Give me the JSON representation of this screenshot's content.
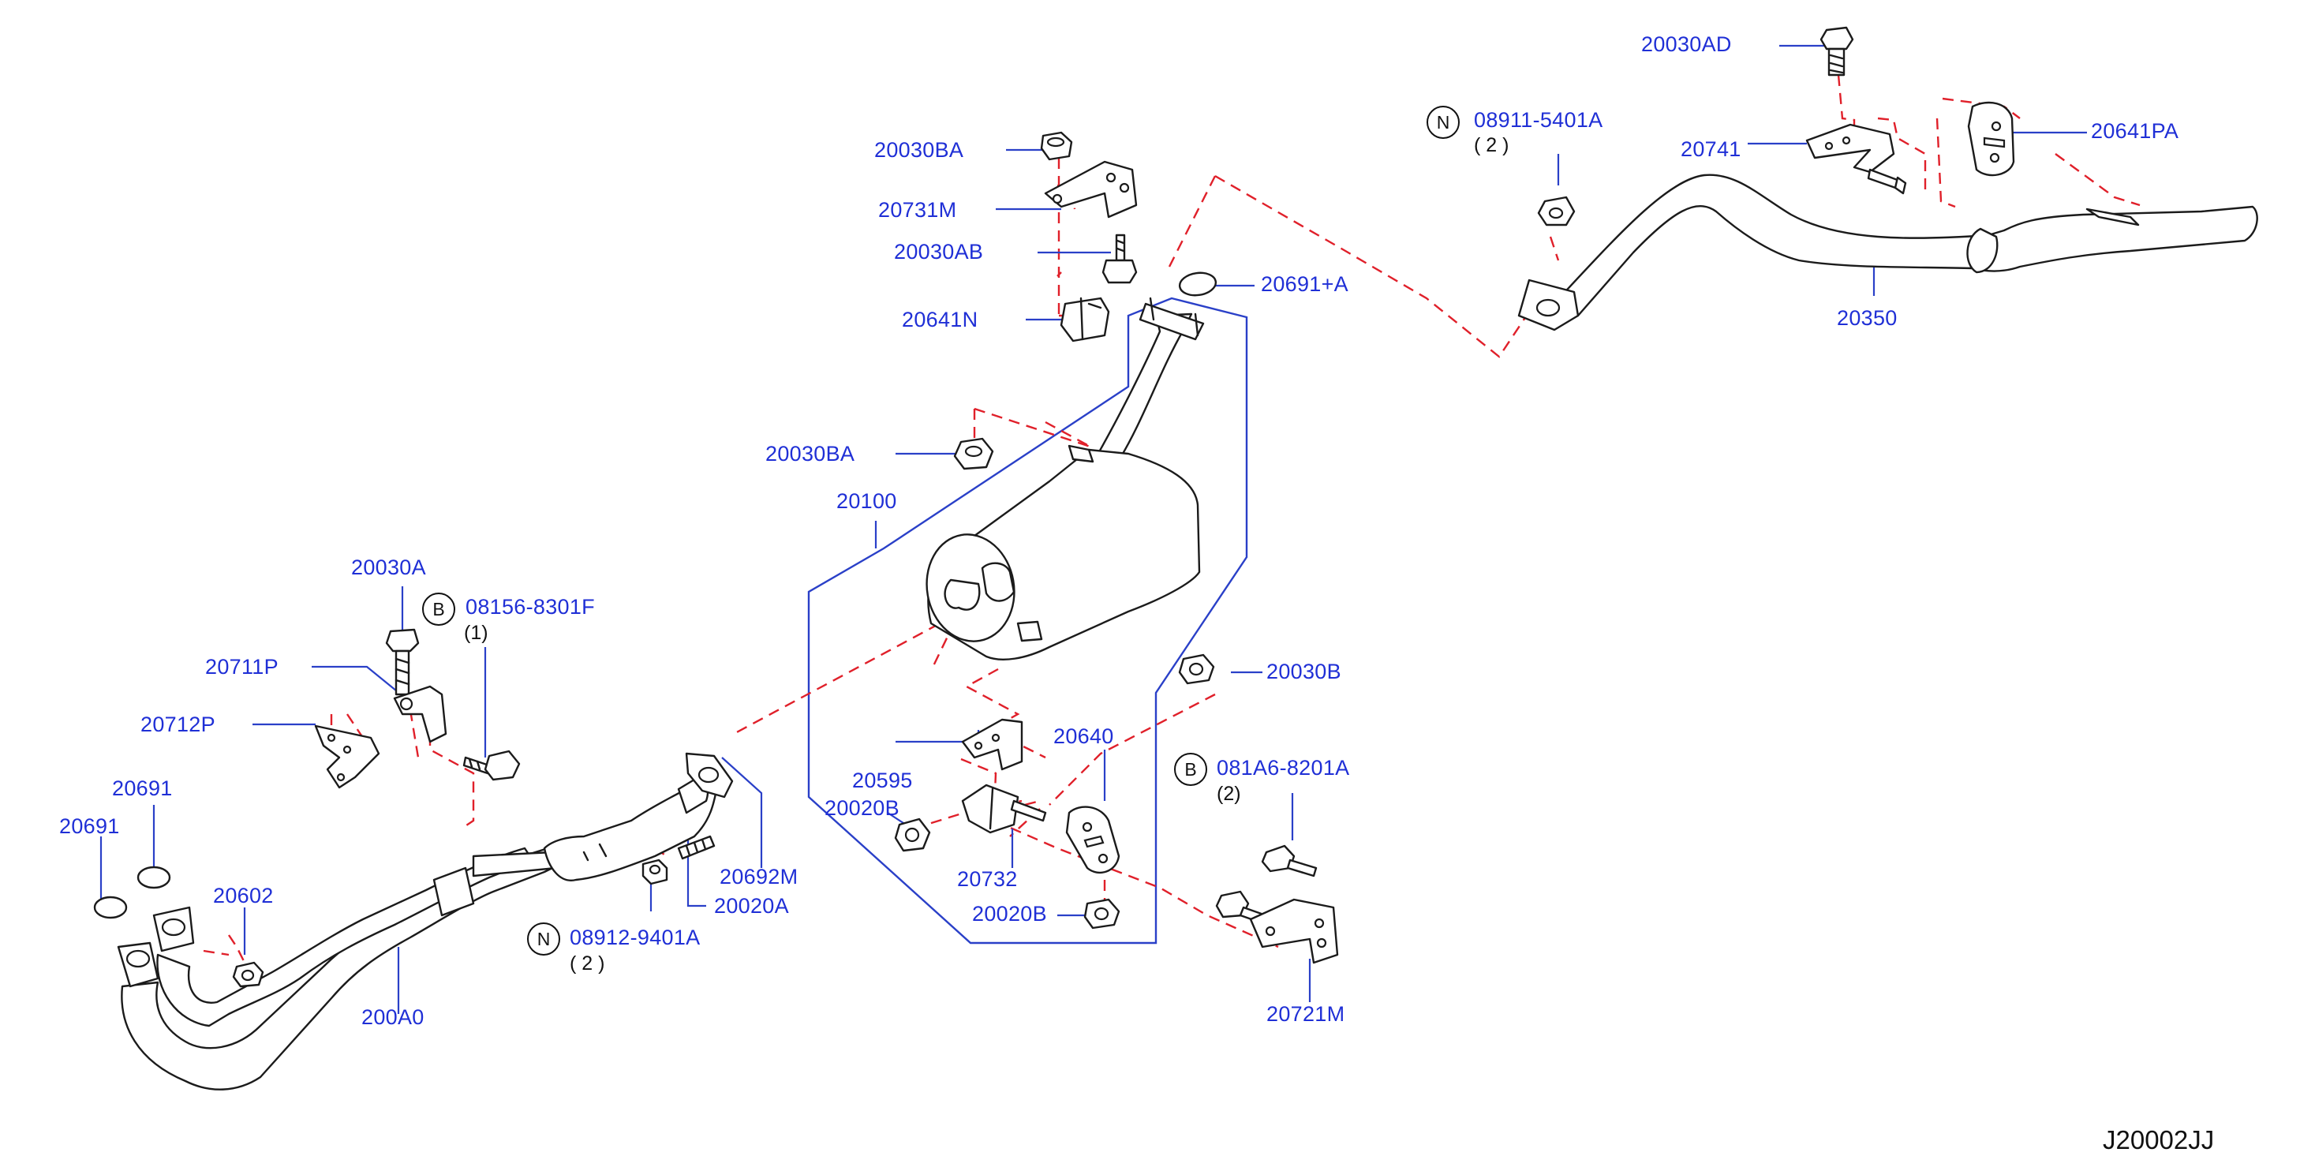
{
  "diagram": {
    "code": "J20002JJ",
    "parts": {
      "p_20030AD": "20030AD",
      "p_08911_5401A": "08911-5401A",
      "p_08911_qty": "( 2 )",
      "p_08911_sym": "N",
      "p_20741": "20741",
      "p_20641PA": "20641PA",
      "p_20350": "20350",
      "p_20030BA_top": "20030BA",
      "p_20731M": "20731M",
      "p_20030AB": "20030AB",
      "p_20641N": "20641N",
      "p_20691A": "20691+A",
      "p_20030BA_mid": "20030BA",
      "p_20100": "20100",
      "p_20030A": "20030A",
      "p_08156_8301F": "08156-8301F",
      "p_08156_qty": "(1)",
      "p_08156_sym": "B",
      "p_20711P": "20711P",
      "p_20712P": "20712P",
      "p_20691_a": "20691",
      "p_20691_b": "20691",
      "p_20602": "20602",
      "p_200A0": "200A0",
      "p_20692M": "20692M",
      "p_20020A": "20020A",
      "p_08912_9401A": "08912-9401A",
      "p_08912_qty": "( 2 )",
      "p_08912_sym": "N",
      "p_20595": "20595",
      "p_20020B_a": "20020B",
      "p_20732": "20732",
      "p_20020B_b": "20020B",
      "p_20640": "20640",
      "p_20030B": "20030B",
      "p_081A6_8201A": "081A6-8201A",
      "p_081A6_qty": "(2)",
      "p_081A6_sym": "B",
      "p_20721M": "20721M"
    },
    "colors": {
      "callout_text": "#1f2fd6",
      "leader_line": "#2a40c8",
      "assembly_dash": "#e0202a",
      "part_outline": "#1b1b1b"
    }
  }
}
